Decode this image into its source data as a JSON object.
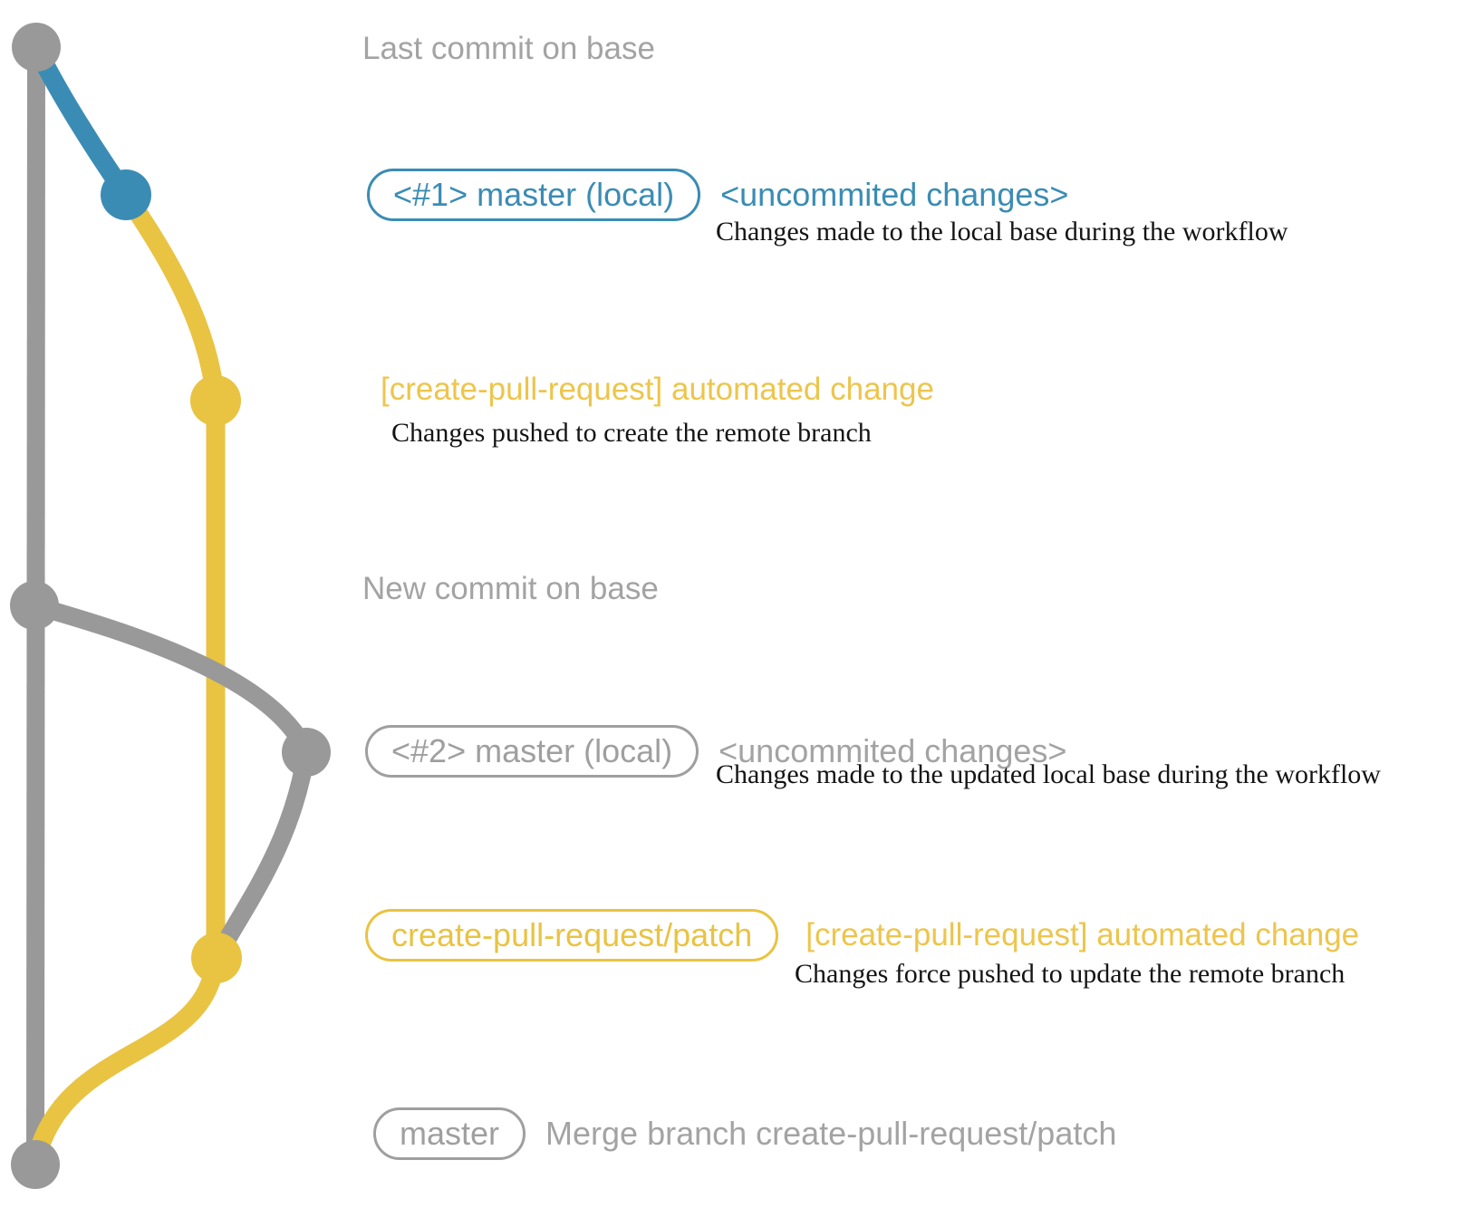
{
  "colors": {
    "gray": "#999999",
    "gray_text": "#a3a3a3",
    "blue": "#3a8cb4",
    "yellow": "#e9c342",
    "yellow_text": "#edc54c",
    "desc_text": "#141414"
  },
  "graph": {
    "branches": [
      "base (master remote)",
      "master (local)",
      "create-pull-request/patch"
    ],
    "commit_dots": [
      "last-commit-on-base",
      "local-commit-1",
      "patch-commit-1",
      "new-commit-on-base",
      "local-commit-2",
      "patch-commit-2",
      "merge-commit"
    ]
  },
  "annotations": {
    "last_commit": {
      "label": "Last commit on base"
    },
    "row1": {
      "badge": "<#1> master (local)",
      "title": "<uncommited changes>",
      "desc": "Changes made to the local base during the workflow"
    },
    "row2": {
      "title": "[create-pull-request] automated change",
      "desc": "Changes pushed to create the remote branch"
    },
    "new_commit": {
      "label": "New commit on base"
    },
    "row3": {
      "badge": "<#2> master (local)",
      "title": "<uncommited changes>",
      "desc": "Changes made to the updated local base during the workflow"
    },
    "row4": {
      "badge": "create-pull-request/patch",
      "title": "[create-pull-request] automated change",
      "desc": "Changes force pushed to update the remote branch"
    },
    "row5": {
      "badge": "master",
      "title": "Merge branch create-pull-request/patch"
    }
  }
}
